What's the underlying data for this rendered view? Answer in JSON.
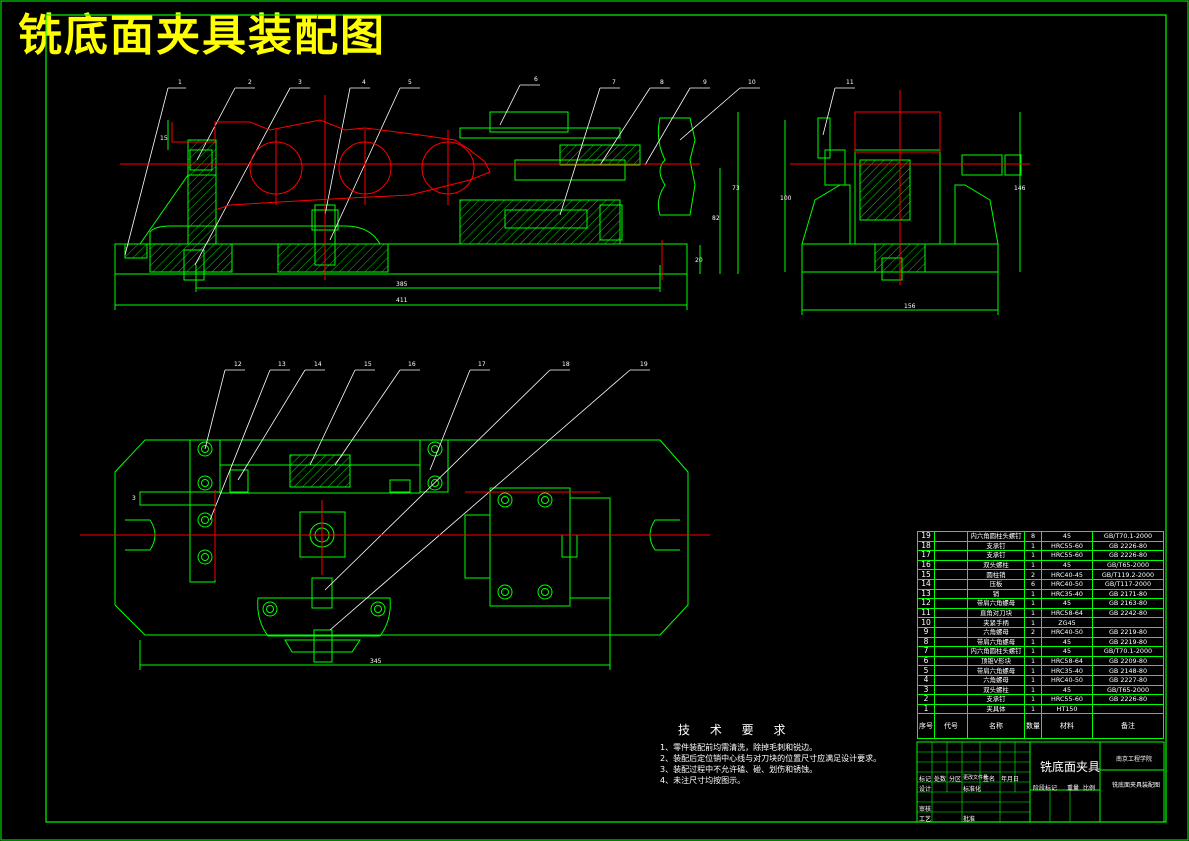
{
  "title": "铣底面夹具装配图",
  "views": {
    "front_view": {
      "balloons": [
        "1",
        "2",
        "3",
        "4",
        "5",
        "6",
        "7",
        "8",
        "9",
        "10"
      ],
      "dims": {
        "length_total": "411",
        "length_inner": "385",
        "height_a": "15",
        "height_b": "73",
        "height_c": "20",
        "height_d": "82"
      }
    },
    "side_view": {
      "balloons": [
        "11"
      ],
      "dims": {
        "width": "156",
        "height_a": "100",
        "height_b": "146"
      }
    },
    "top_view": {
      "balloons": [
        "12",
        "13",
        "14",
        "15",
        "16",
        "17",
        "18",
        "19"
      ],
      "dims": {
        "length": "345",
        "offset": "3"
      }
    }
  },
  "tech_requirements": {
    "heading": "技 术 要 求",
    "items": [
      "1、零件装配前均需清洗，除掉毛刺和锐边。",
      "2、装配后定位销中心线与对刀块的位置尺寸应满足设计要求。",
      "3、装配过程中不允许磕、碰、划伤和锈蚀。",
      "4、未注尺寸均按图示。"
    ]
  },
  "bom": {
    "header": {
      "no": "序号",
      "code": "代号",
      "name": "名称",
      "qty": "数量",
      "material": "材料",
      "note": "备注"
    },
    "rows": [
      {
        "no": "19",
        "name": "内六角圆柱头螺钉",
        "qty": "8",
        "material": "45",
        "std": "GB/T70.1-2000"
      },
      {
        "no": "18",
        "name": "支承钉",
        "qty": "1",
        "material": "HRC55-60",
        "std": "GB 2226-80"
      },
      {
        "no": "17",
        "name": "支承钉",
        "qty": "1",
        "material": "HRC55-60",
        "std": "GB 2226-80"
      },
      {
        "no": "16",
        "name": "双头螺柱",
        "qty": "1",
        "material": "45",
        "std": "GB/T65-2000"
      },
      {
        "no": "15",
        "name": "圆柱销",
        "qty": "2",
        "material": "HRC40-45",
        "std": "GB/T119.2-2000"
      },
      {
        "no": "14",
        "name": "压板",
        "qty": "6",
        "material": "HRC40-50",
        "std": "GB/T117-2000"
      },
      {
        "no": "13",
        "name": "销",
        "qty": "1",
        "material": "HRC35-40",
        "std": "GB 2171-80"
      },
      {
        "no": "12",
        "name": "带肩六角螺母",
        "qty": "1",
        "material": "45",
        "std": "GB 2163-80"
      },
      {
        "no": "11",
        "name": "直角对刀块",
        "qty": "1",
        "material": "HRC58-64",
        "std": "GB 2242-80"
      },
      {
        "no": "10",
        "name": "夹紧手柄",
        "qty": "1",
        "material": "ZG45",
        "std": ""
      },
      {
        "no": "9",
        "name": "六角螺母",
        "qty": "2",
        "material": "HRC40-50",
        "std": "GB 2219-80"
      },
      {
        "no": "8",
        "name": "带肩六角螺母",
        "qty": "1",
        "material": "45",
        "std": "GB 2219-80"
      },
      {
        "no": "7",
        "name": "内六角圆柱头螺钉",
        "qty": "1",
        "material": "45",
        "std": "GB/T70.1-2000"
      },
      {
        "no": "6",
        "name": "顶锥V形块",
        "qty": "1",
        "material": "HRC58-64",
        "std": "GB 2209-80"
      },
      {
        "no": "5",
        "name": "带肩六角螺母",
        "qty": "1",
        "material": "HRC35-40",
        "std": "GB 2148-80"
      },
      {
        "no": "4",
        "name": "六角螺母",
        "qty": "1",
        "material": "HRC40-50",
        "std": "GB 2227-80"
      },
      {
        "no": "3",
        "name": "双头螺柱",
        "qty": "1",
        "material": "45",
        "std": "GB/T65-2000"
      },
      {
        "no": "2",
        "name": "支承钉",
        "qty": "1",
        "material": "HRC55-60",
        "std": "GB 2226-80"
      },
      {
        "no": "1",
        "name": "夹具体",
        "qty": "1",
        "material": "HT150",
        "std": ""
      }
    ]
  },
  "title_block": {
    "drawing_name": "铣底面夹具",
    "school": "南京工程学院",
    "drawing_no": "铣底面夹具装配图",
    "labels": [
      "标记",
      "处数",
      "分区",
      "更改文件号",
      "签名",
      "年月日",
      "设计",
      "标准化",
      "阶段标记",
      "重量",
      "比例",
      "审核",
      "工艺",
      "批准"
    ]
  },
  "colors": {
    "frame": "#00ff00",
    "red": "#ff0000",
    "white": "#ffffff",
    "title": "#ffff00"
  }
}
